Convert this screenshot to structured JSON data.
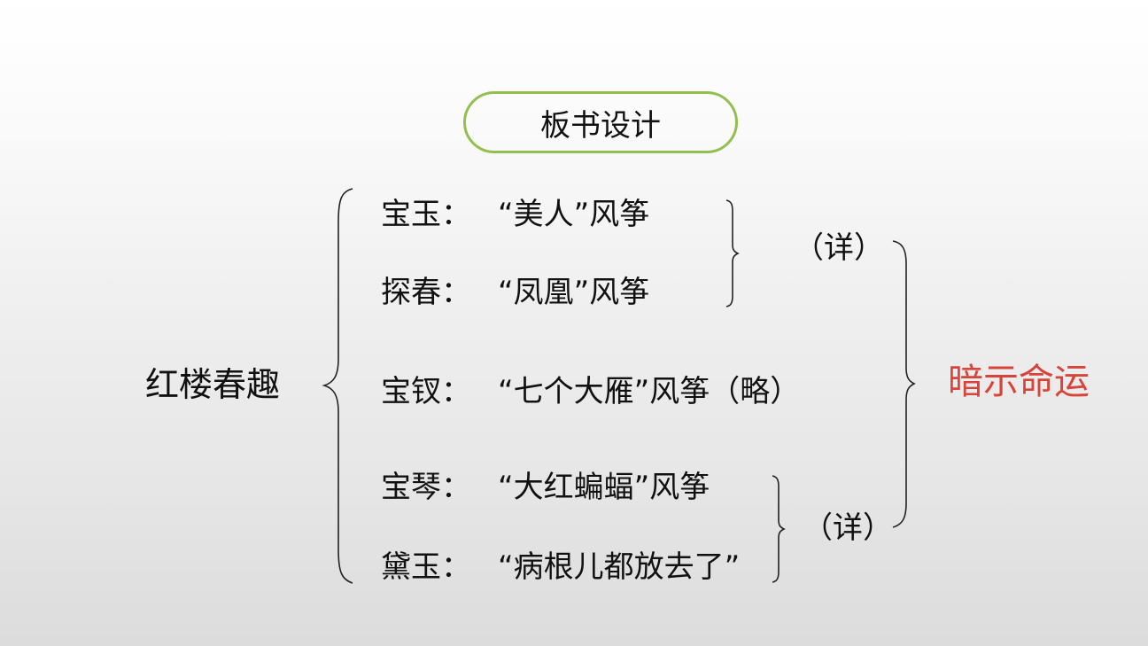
{
  "title": "板书设计",
  "topic": "红楼春趣",
  "rows": [
    {
      "name": "宝玉：",
      "kite": "“美人”风筝"
    },
    {
      "name": "探春：",
      "kite": "“凤凰”风筝"
    },
    {
      "name": "宝钗：",
      "kite": "“七个大雁”风筝（略）"
    },
    {
      "name": "宝琴：",
      "kite": "“大红蝙蝠”风筝"
    },
    {
      "name": "黛玉：",
      "kite": "“病根儿都放去了”"
    }
  ],
  "notes": {
    "group1": "（详）",
    "group2": "（详）"
  },
  "conclusion": "暗示命运",
  "colors": {
    "title_border": "#92c04f",
    "conclusion": "#d9443a",
    "text": "#111111"
  }
}
